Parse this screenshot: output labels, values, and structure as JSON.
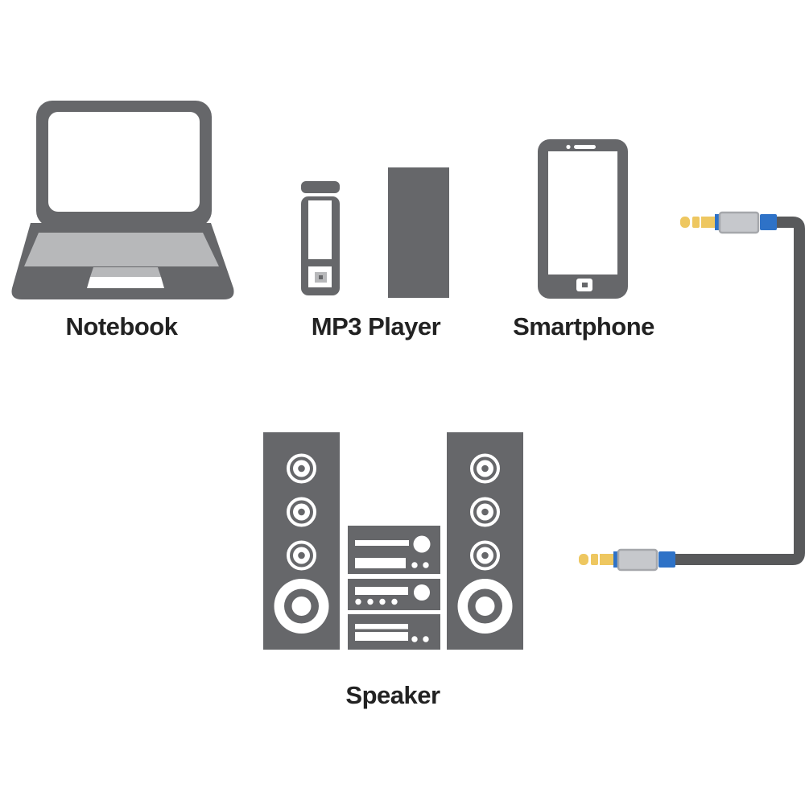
{
  "labels": {
    "notebook": "Notebook",
    "mp3_player": "MP3 Player",
    "smartphone": "Smartphone",
    "speaker": "Speaker"
  },
  "icons": [
    "notebook-icon",
    "mp3-player-icon",
    "smartphone-icon",
    "speaker-system-icon",
    "audio-jack-cable-icon"
  ],
  "colors": {
    "device_gray": "#66676a",
    "cable_gray": "#58595b",
    "panel_gray": "#b7b8ba",
    "silver": "#c6c8cc",
    "silver_border": "#a5a7ab",
    "jack_blue": "#2e72c7",
    "jack_gold": "#eec760",
    "label_text": "#222222",
    "background": "#ffffff"
  }
}
